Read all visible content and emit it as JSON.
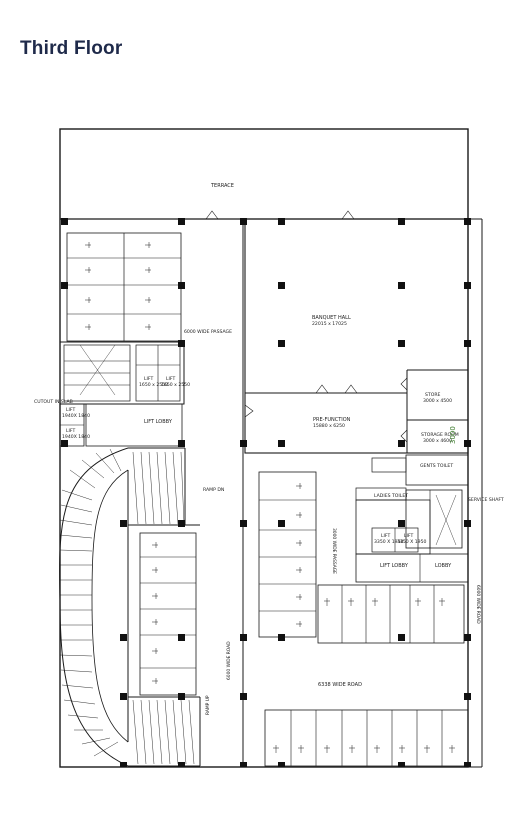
{
  "page_title": "Third Floor",
  "labels": {
    "terrace": "TERRACE",
    "banquet_hall": "BANQUET HALL",
    "banquet_dims": "22015 x 17025",
    "passage": "6000 WIDE PASSAGE",
    "pre_function": "PRE-FUNCTION",
    "pre_function_dims": "15880 x 6250",
    "lift_lobby_left": "LIFT LOBBY",
    "lift_a": "LIFT",
    "lift_a_dims": "1650 x 2550",
    "lift_b": "LIFT",
    "lift_b_dims": "1650 x 2550",
    "lift_c": "LIFT",
    "lift_c_dims": "1940X 1840",
    "lift_d": "LIFT",
    "lift_d_dims": "1940X 1840",
    "cutout": "CUTOUT IN SLAB",
    "ramp_dn": "RAMP DN",
    "ramp_up": "RAMP UP",
    "road_vertical": "6000 WIDE ROAD",
    "road_bottom": "6338 WIDE ROAD",
    "passage_right": "3000 WIDE PASSAGE",
    "store": "STORE",
    "store_dims": "3000 x 4500",
    "storage_room": "STORAGE ROOM",
    "storage_dims": "3000 x 4600",
    "dim_green": "3000",
    "ladies_toilet": "LADIES TOILET",
    "gents_toilet": "GENTS TOILET",
    "lift_e": "LIFT",
    "lift_e_dims": "3350 X 1950",
    "lift_f": "LIFT",
    "lift_f_dims": "3350 X 1950",
    "lift_lobby_right": "LIFT LOBBY",
    "lobby": "LOBBY",
    "service_shaft": "SERVICE SHAFT",
    "east_road": "6000 WIDE ROAD"
  },
  "colors": {
    "line": "#1a1a1a",
    "column": "#111111",
    "title": "#1f2a4a",
    "dim_green": "#3a7a2a"
  }
}
